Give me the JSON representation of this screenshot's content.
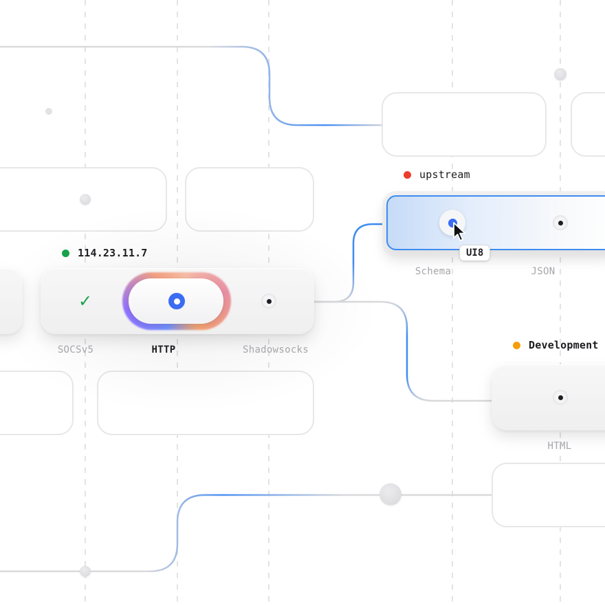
{
  "proxy_node": {
    "ip_address": "114.23.11.7",
    "status_color": "#16a34a",
    "options": [
      {
        "label": "SOCSv5",
        "state": "verified",
        "icon": "check-icon"
      },
      {
        "label": "HTTP",
        "state": "selected",
        "icon": "toggle-icon"
      },
      {
        "label": "Shadowsocks",
        "state": "idle",
        "icon": "radio-dot-icon"
      }
    ]
  },
  "upstream_node": {
    "label": "upstream",
    "status_color": "#ef3b2c",
    "options": [
      {
        "label": "Schema",
        "state": "selected"
      },
      {
        "label": "JSON",
        "state": "idle"
      }
    ],
    "tooltip": "UI8",
    "accent_color": "#3b6cf2"
  },
  "development_node": {
    "label": "Development",
    "status_color": "#f59e0b",
    "options": [
      {
        "label": "HTML",
        "state": "idle"
      }
    ]
  },
  "colors": {
    "connector": "#d9d9dc",
    "connector_active": "#3d8bf0",
    "grid_dashes": "#e4e4e6"
  }
}
